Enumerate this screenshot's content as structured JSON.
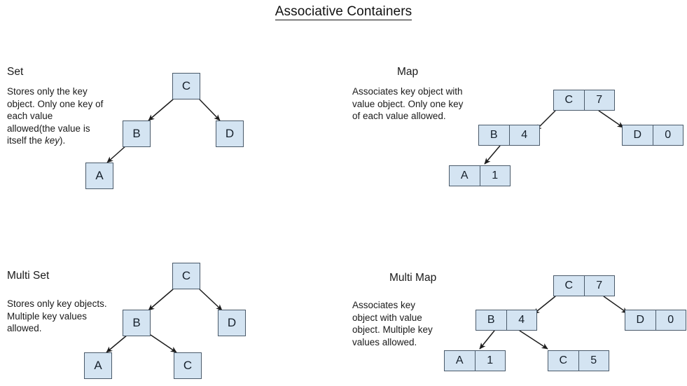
{
  "title": "Associative Containers",
  "sections": {
    "set": {
      "heading": "Set",
      "description_line1": "Stores only the key",
      "description_line2": "object. Only one key of",
      "description_line3": "each value",
      "description_line4": "allowed(the value is",
      "description_line5_pre": "itself the ",
      "description_line5_em": "key",
      "description_line5_post": ")."
    },
    "map": {
      "heading": "Map",
      "description": "Associates key object with value object. Only one key of each value allowed."
    },
    "multiset": {
      "heading": "Multi Set",
      "description": "Stores only key objects. Multiple key values allowed."
    },
    "multimap": {
      "heading": "Multi Map",
      "description": "Associates key object with value object. Multiple key values allowed."
    }
  },
  "trees": {
    "set": {
      "root": "C",
      "left": "B",
      "right": "D",
      "left_left": "A"
    },
    "map": {
      "root_key": "C",
      "root_val": "7",
      "left_key": "B",
      "left_val": "4",
      "right_key": "D",
      "right_val": "0",
      "left_left_key": "A",
      "left_left_val": "1"
    },
    "multiset": {
      "root": "C",
      "left": "B",
      "right": "D",
      "left_left": "A",
      "left_right": "C"
    },
    "multimap": {
      "root_key": "C",
      "root_val": "7",
      "left_key": "B",
      "left_val": "4",
      "right_key": "D",
      "right_val": "0",
      "left_left_key": "A",
      "left_left_val": "1",
      "left_right_key": "C",
      "left_right_val": "5"
    }
  },
  "colors": {
    "node_fill": "#d4e4f2",
    "node_border": "#4a5a6a",
    "text": "#1a1a1a"
  }
}
